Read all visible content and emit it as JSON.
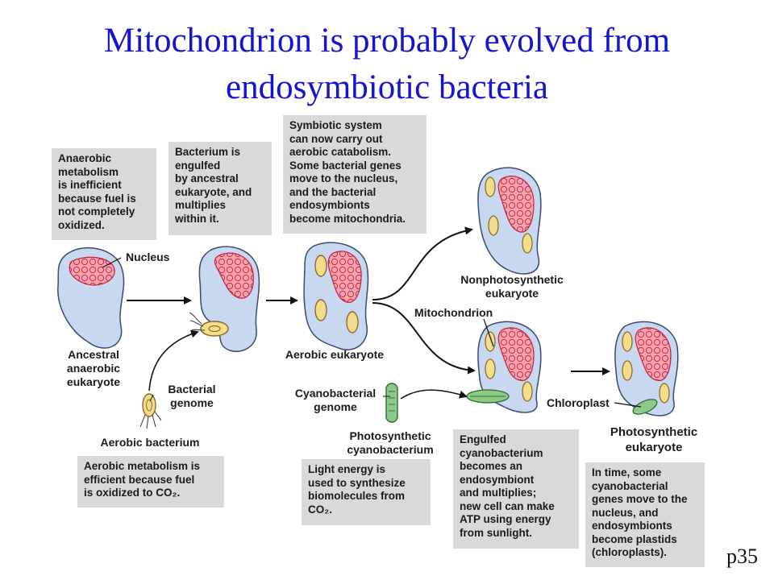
{
  "title": {
    "line1": "Mitochondrion is probably evolved from",
    "line2": "endosymbiotic bacteria"
  },
  "boxes": {
    "anaerobic": [
      "Anaerobic",
      "metabolism",
      "is inefficient",
      "because fuel is",
      "not completely",
      "oxidized."
    ],
    "engulfed_bacterium": [
      "Bacterium is",
      "engulfed",
      "by ancestral",
      "eukaryote, and",
      "multiplies",
      "within it."
    ],
    "symbiotic": [
      "Symbiotic system",
      "can now carry out",
      "aerobic catabolism.",
      "Some bacterial genes",
      "move to the nucleus,",
      "and the bacterial",
      "endosymbionts",
      "become mitochondria."
    ],
    "aerobic_metabolism": [
      "Aerobic metabolism is",
      "efficient because fuel",
      "is oxidized to CO₂."
    ],
    "light_energy": [
      "Light energy is",
      "used to synthesize",
      "biomolecules from",
      "CO₂."
    ],
    "engulfed_cyano": [
      "Engulfed",
      "cyanobacterium",
      "becomes an",
      "endosymbiont",
      "and multiplies;",
      "new cell can make",
      "ATP using energy",
      "from sunlight."
    ],
    "in_time": [
      "In time, some",
      "cyanobacterial",
      "genes move to the",
      "nucleus, and",
      "endosymbionts",
      "become plastids",
      "(chloroplasts)."
    ]
  },
  "labels": {
    "nucleus": "Nucleus",
    "ancestral": [
      "Ancestral",
      "anaerobic",
      "eukaryote"
    ],
    "bacterial_genome": [
      "Bacterial",
      "genome"
    ],
    "aerobic_bacterium": "Aerobic bacterium",
    "aerobic_eukaryote": "Aerobic eukaryote",
    "nonphoto": [
      "Nonphotosynthetic",
      "eukaryote"
    ],
    "mitochondrion": "Mitochondrion",
    "cyano_genome": [
      "Cyanobacterial",
      "genome"
    ],
    "photo_cyano": [
      "Photosynthetic",
      "cyanobacterium"
    ],
    "chloroplast": "Chloroplast",
    "photo_euk": [
      "Photosynthetic",
      "eukaryote"
    ]
  },
  "page_number": "p35",
  "colors": {
    "title": "#1414d2",
    "cell_fill": "#c7d8f0",
    "cell_stroke": "#3b4a6b",
    "nucleus": "#f28a9a",
    "mito_fill": "#f3dd8a",
    "mito_stroke": "#8a6a2a",
    "chloro": "#8cc98a",
    "box": "#d9d9db"
  }
}
